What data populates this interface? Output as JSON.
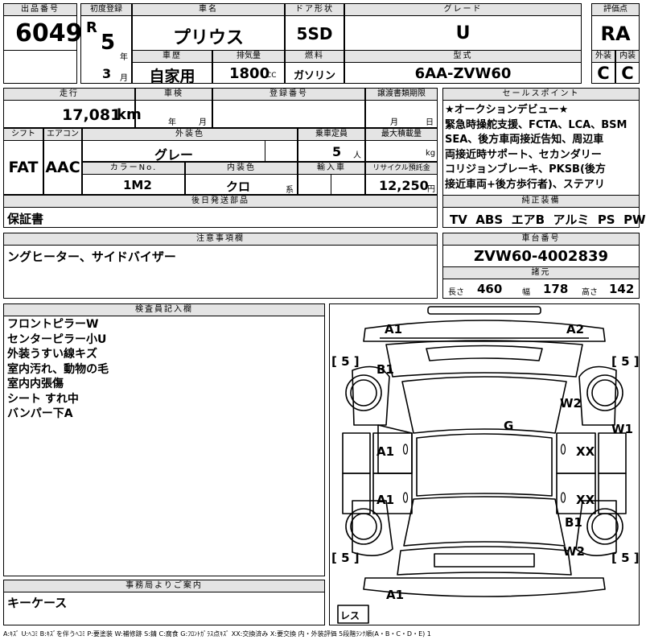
{
  "header_labels": {
    "lot_no": "出品番号",
    "first_reg": "初度登録",
    "car_name": "車名",
    "door_shape": "ドア形状",
    "grade": "グレード",
    "score": "評価点",
    "history": "車歴",
    "displacement": "排気量",
    "fuel": "燃料",
    "model": "型式",
    "exterior": "外装",
    "interior": "内装",
    "mileage": "走行",
    "inspection": "車検",
    "reg_no": "登録番号",
    "transfer_deadline": "譲渡書類期限",
    "sales_point": "セールスポイント",
    "shift": "シフト",
    "aircon": "エアコン",
    "ext_color": "外装色",
    "capacity": "乗車定員",
    "max_load": "最大積載量",
    "color_no": "カラーNo.",
    "int_color": "内装色",
    "import": "輸入車",
    "recycle": "リサイクル預託金",
    "later_items": "後日発送部品",
    "equipment": "純正装備",
    "caution": "注意事項欄",
    "chassis_no": "車台番号",
    "specs": "諸元",
    "inspector": "検査員記入欄",
    "office": "事務局よりご案内"
  },
  "lot_no": "6049",
  "era": "R",
  "year": "5",
  "year_unit": "年",
  "month": "3",
  "month_unit": "月",
  "car_name": "プリウス",
  "door": "5SD",
  "grade": "U",
  "score": "RA",
  "history": "自家用",
  "displacement": "1800",
  "displacement_unit": "CC",
  "fuel": "ガソリン",
  "model": "6AA-ZVW60",
  "exterior_grade": "C",
  "interior_grade": "C",
  "mileage": "17,081",
  "mileage_unit": "km",
  "inspection_year_unit": "年",
  "inspection_month_unit": "月",
  "transfer_month_unit": "月",
  "transfer_day_unit": "日",
  "sales_point_text": "★オークションデビュー★\n緊急時操舵支援、FCTA、LCA、BSM\nSEA、後方車両接近告知、周辺車\n両接近時サポート、セカンダリー\nコリジョンブレーキ、PKSB(後方\n接近車両+後方歩行者)、ステアリ",
  "shift": "FAT",
  "aircon": "AAC",
  "ext_color": "グレー",
  "capacity": "5",
  "capacity_unit": "人",
  "max_load_unit": "kg",
  "color_no": "1M2",
  "int_color": "クロ",
  "int_color_unit": "系",
  "recycle": "12,250",
  "recycle_unit": "円",
  "later_items": "保証書",
  "equipment": [
    "TV",
    "ABS",
    "エアB",
    "アルミ",
    "PS",
    "PW"
  ],
  "caution": "ングヒーター、サイドバイザー",
  "chassis_no": "ZVW60-4002839",
  "spec_length_label": "長さ",
  "spec_length": "460",
  "spec_width_label": "幅",
  "spec_width": "178",
  "spec_height_label": "高さ",
  "spec_height": "142",
  "inspector_notes": "フロントピラーW\nセンターピラー小U\n外装うすい線キズ\n室内汚れ、動物の毛\n室内内張傷\nシート すれ中\nバンパー下A",
  "office_note": "キーケース",
  "diagram": {
    "a1_front_left": "A1",
    "a2_front_right": "A2",
    "tire_fl": "5",
    "tire_fr": "5",
    "b1_left": "B1",
    "w2_right": "W2",
    "w1_right": "W1",
    "g_center": "G",
    "a1_left_door1": "A1",
    "a1_left_door2": "A1",
    "xx_right_door1": "XX",
    "xx_right_door2": "XX",
    "b1_right_rear": "B1",
    "w2_right_rear": "W2",
    "tire_rl": "5",
    "tire_rr": "5",
    "a1_rear": "A1",
    "spare": "レス",
    "bracket_open": "[",
    "bracket_close": "]",
    "door_zero": "0"
  },
  "legend": "A:ｷｽﾞ U:ﾍｺﾐ B:ｷｽﾞを伴うﾍｺﾐ P:要塗装 W:補修跡 S:錆 C:腐食 G:ﾌﾛﾝﾄｶﾞﾗｽ点ｷｽﾞ XX:交換済み X:要交換  内・外装評価 5段階ﾗﾝｸ順(A・B・C・D・E) 1"
}
